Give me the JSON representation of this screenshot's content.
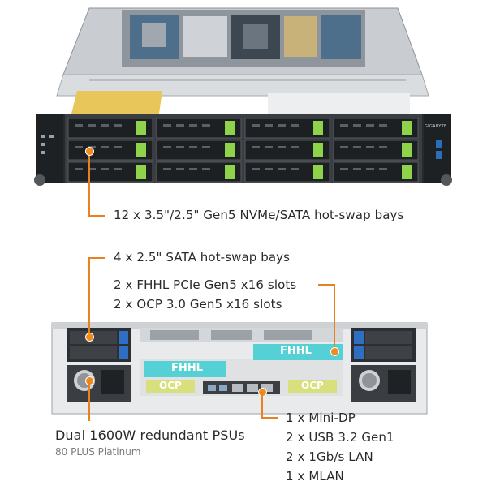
{
  "accent_color": "#e8821e",
  "front": {
    "brand_label": "GIGABYTE",
    "callout_bays": "12 x 3.5\"/2.5\" Gen5 NVMe/SATA hot-swap bays"
  },
  "rear": {
    "callout_sata_bays": "4 x 2.5\" SATA hot-swap bays",
    "callout_pcie": "2 x FHHL PCIe Gen5 x16 slots",
    "callout_ocp": "2 x OCP 3.0 Gen5 x16 slots",
    "slot_fhhl_left": "FHHL",
    "slot_fhhl_right": "FHHL",
    "slot_ocp_left": "OCP",
    "slot_ocp_right": "OCP",
    "callout_psu": "Dual 1600W redundant PSUs",
    "callout_psu_sub": "80 PLUS Platinum",
    "io_list": [
      "1 x Mini-DP",
      "2 x USB 3.2 Gen1",
      "2 x 1Gb/s LAN",
      "1 x MLAN"
    ]
  }
}
